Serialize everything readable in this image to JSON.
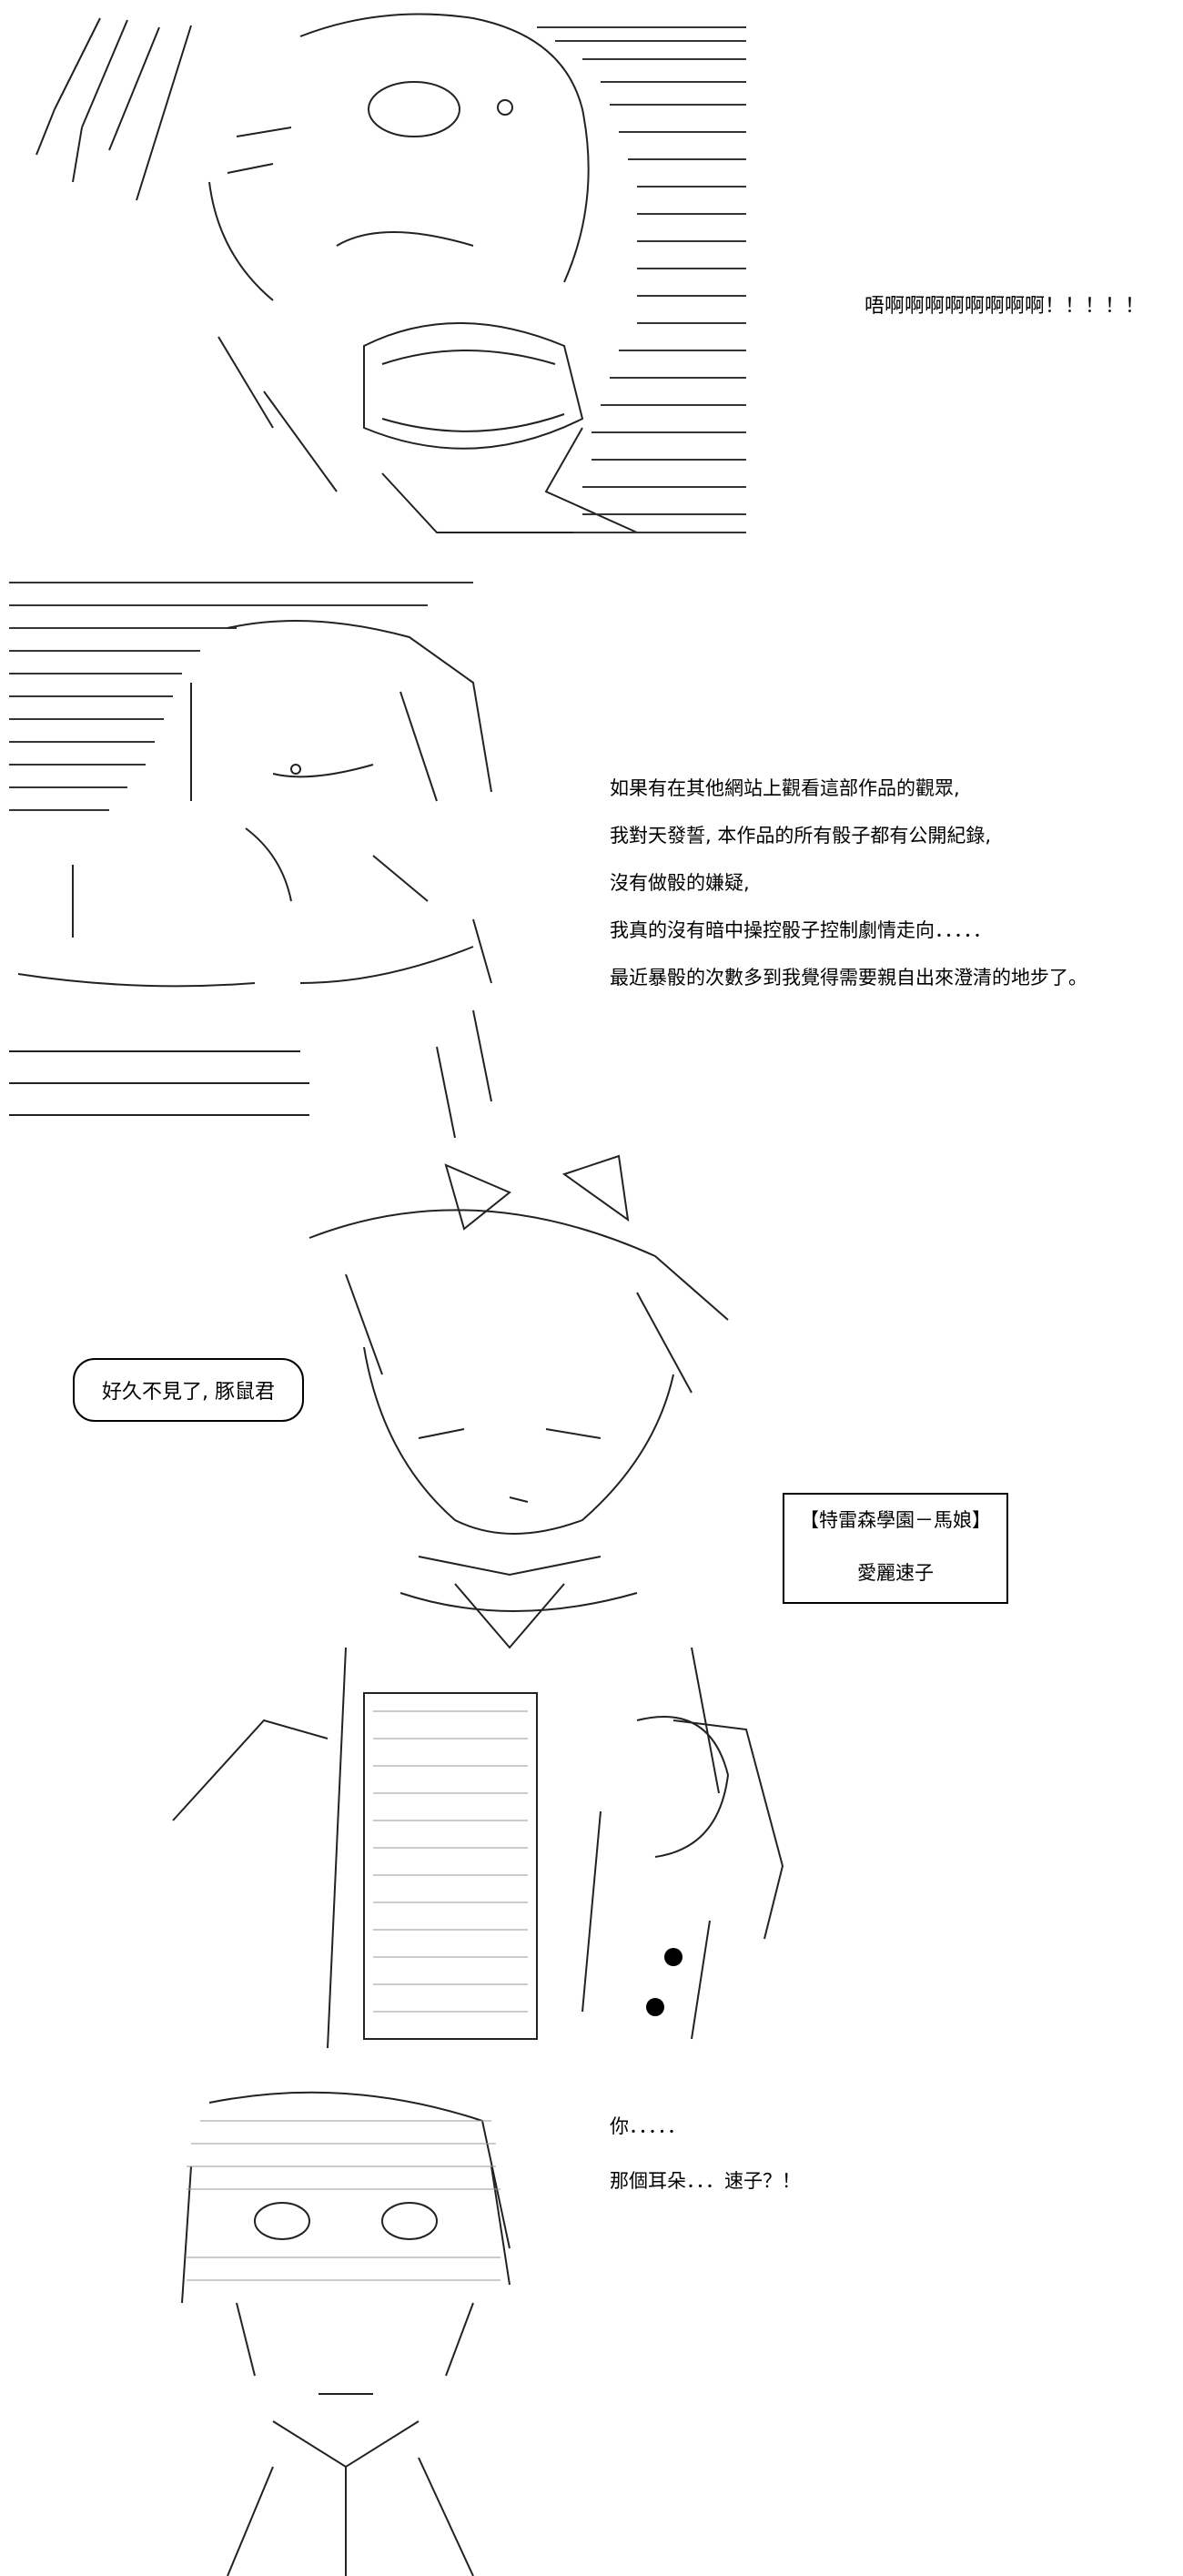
{
  "panel1": {
    "shout": "唔啊啊啊啊啊啊啊啊！！！！！"
  },
  "panel2": {
    "lines": [
      "如果有在其他網站上觀看這部作品的觀眾,",
      "我對天發誓, 本作品的所有骰子都有公開紀錄,",
      "沒有做骰的嫌疑,",
      "我真的沒有暗中操控骰子控制劇情走向．．．．．",
      "最近暴骰的次數多到我覺得需要親自出來澄清的地步了。"
    ]
  },
  "panel3": {
    "bubble": "好久不見了, 豚鼠君",
    "name_top": "【特雷森學園－馬娘】",
    "name_bottom": "愛麗速子"
  },
  "panel4": {
    "lines": [
      "你．．．．．",
      "那個耳朵．．．速子？！"
    ]
  }
}
